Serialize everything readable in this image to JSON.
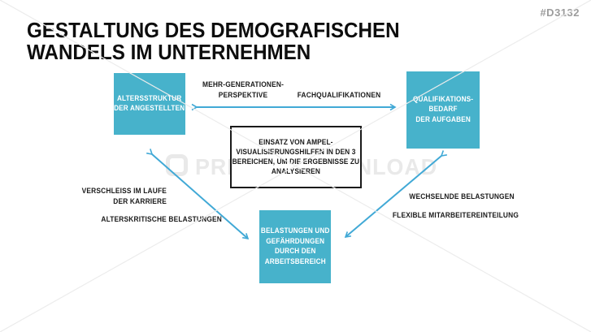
{
  "slide": {
    "code": "#D3132",
    "title": {
      "line1": "GESTALTUNG DES DEMOGRAFISCHEN",
      "line2": "WANDELS IM UNTERNEHMEN"
    }
  },
  "colors": {
    "box_teal": "#47b2cb",
    "arrow_blue": "#41a9d6",
    "text_black": "#1a1a1a",
    "code_gray": "#9c9c9c",
    "watermark_gray": "#e9e9e9"
  },
  "diagram": {
    "boxes": {
      "age_structure": {
        "lines": [
          "ALTERSSTRUKTUR",
          "DER ANGESTELLTEN"
        ]
      },
      "qualification": {
        "lines": [
          "QUALIFIKATIONS-",
          "BEDARF",
          "DER AUFGABEN"
        ]
      },
      "strain": {
        "lines": [
          "BELASTUNGEN UND",
          "GEFÄHRDUNGEN",
          "DURCH DEN",
          "ARBEITSBEREICH"
        ]
      }
    },
    "center_box": {
      "lines": [
        "EINSATZ VON AMPEL-",
        "VISUALISIERUNGSHILFEN IN DEN 3",
        "BEREICHEN, UM DIE ERGEBNISSE ZU",
        "ANALYSIEREN"
      ]
    },
    "edge_labels": {
      "top_left": {
        "lines": [
          "MEHR-GENERATIONEN-",
          "PERSPEKTIVE"
        ]
      },
      "top_right": {
        "text": "FACHQUALIFIKATIONEN"
      },
      "left_upper": {
        "lines": [
          "VERSCHLEISS IM LAUFE",
          "DER KARRIERE"
        ]
      },
      "left_lower": {
        "text": "ALTERSKRITISCHE BELASTUNGEN"
      },
      "right_upper": {
        "text": "WECHSELNDE BELASTUNGEN"
      },
      "right_lower": {
        "text": "FLEXIBLE MITARBEITEREINTEILUNG"
      }
    }
  },
  "watermark": {
    "text": "PRESENTATIONLOAD"
  }
}
